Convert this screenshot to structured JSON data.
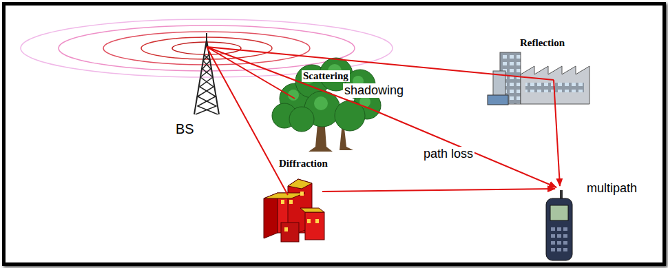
{
  "diagram": {
    "labels": [
      "BS",
      "Scattering",
      "shadowing",
      "path loss",
      "Reflection",
      "Diffraction",
      "multipath"
    ]
  }
}
